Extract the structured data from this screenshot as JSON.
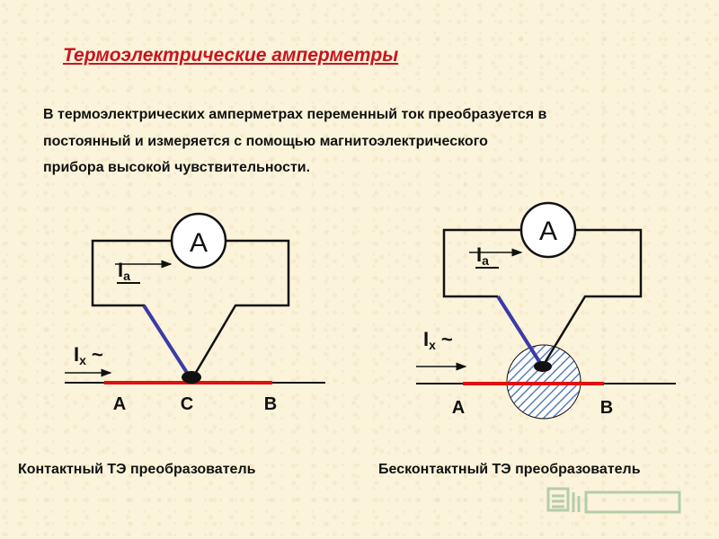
{
  "title": "Термоэлектрические амперметры",
  "intro_lines": [
    "В термоэлектрических амперметрах переменный ток преобразуется в",
    "постоянный и измеряется с помощью магнитоэлектрического",
    "прибора высокой чувствительности."
  ],
  "left_diagram": {
    "meter_label": "A",
    "meter_current": "I",
    "meter_current_sub": "a",
    "input_current": "I",
    "input_current_sub": "x",
    "input_symbol": "~",
    "point_a": "A",
    "point_c": "C",
    "point_b": "B",
    "caption": "Контактный ТЭ преобразователь"
  },
  "right_diagram": {
    "meter_label": "A",
    "meter_current": "I",
    "meter_current_sub": "a",
    "input_current": "I",
    "input_current_sub": "x",
    "input_symbol": "~",
    "point_a": "A",
    "point_b": "B",
    "caption": "Бесконтактный ТЭ преобразователь"
  },
  "colors": {
    "background": "#fbf3da",
    "title": "#c8141e",
    "heater": "#e01010",
    "thermo_leg": "#3a3aa8",
    "wire": "#111111",
    "hatch": "#5a7fb5"
  },
  "icons": [
    "presentation-logo-icon"
  ]
}
